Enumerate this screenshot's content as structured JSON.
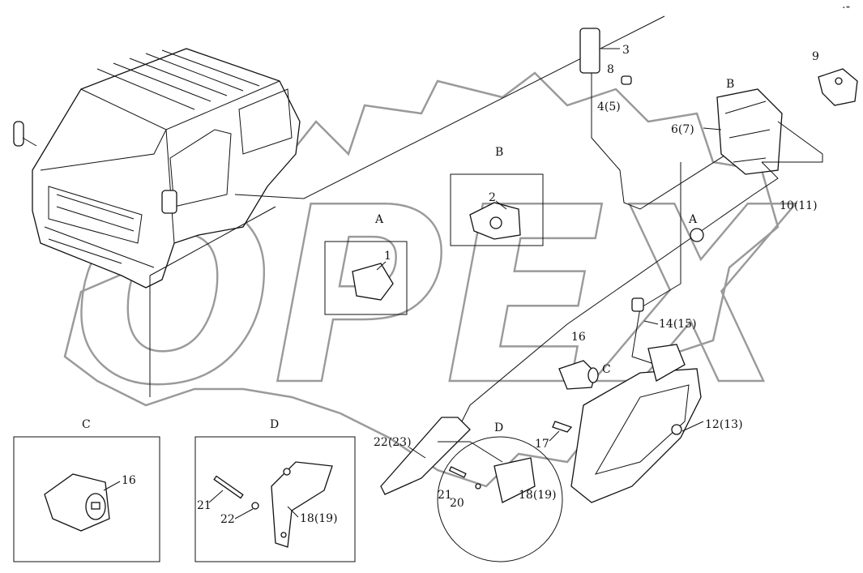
{
  "watermark": {
    "text": "OPEX",
    "color": "#9a9a9a"
  },
  "corner_mark": "▴ ▬",
  "views": {
    "A_top": "A",
    "B_top": "B",
    "C_box": "C",
    "D_box": "D",
    "A_callout": "A",
    "B_callout": "B",
    "C_callout": "C",
    "D_callout": "D"
  },
  "labels": {
    "p1": "1",
    "p2": "2",
    "p3": "3",
    "p4": "4(5)",
    "p6": "6(7)",
    "p8": "8",
    "p9": "9",
    "p10": "10(11)",
    "p12": "12(13)",
    "p14": "14(15)",
    "p16": "16",
    "p16b": "16",
    "p17": "17",
    "p18": "18(19)",
    "p18b": "18(19)",
    "p20": "20",
    "p21": "21",
    "p21b": "21",
    "p22": "22",
    "p22b": "22(23)"
  }
}
